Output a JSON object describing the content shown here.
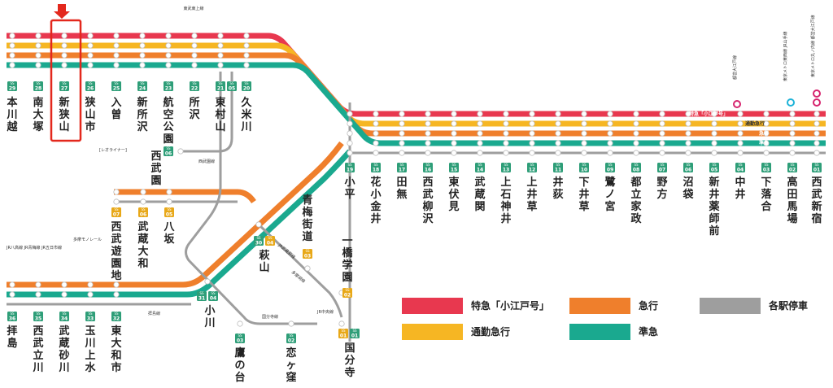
{
  "colors": {
    "limited_express": "#e8384f",
    "commuter_express": "#f6b623",
    "express": "#ef7f2c",
    "semi_express": "#1aa98f",
    "local": "#9e9e9e",
    "badge_green": "#2e9e78",
    "badge_yellow": "#e8a818",
    "marker": "#e3281d"
  },
  "band_labels": {
    "limited_express": "特急「小江戸号」",
    "commuter_express": "通勤急行",
    "express": "急行",
    "semi_express": "準急"
  },
  "legend": [
    {
      "label": "特急「小江戸号」",
      "color_key": "limited_express"
    },
    {
      "label": "急行",
      "color_key": "express"
    },
    {
      "label": "各駅停車",
      "color_key": "local"
    },
    {
      "label": "通勤急行",
      "color_key": "commuter_express"
    },
    {
      "label": "準急",
      "color_key": "semi_express"
    }
  ],
  "badge_prefix": "SS",
  "shinjuku_stations": [
    {
      "id": "01",
      "name": "西武新宿"
    },
    {
      "id": "02",
      "name": "高田馬場"
    },
    {
      "id": "03",
      "name": "下落合"
    },
    {
      "id": "04",
      "name": "中井"
    },
    {
      "id": "05",
      "name": "新井薬師前"
    },
    {
      "id": "06",
      "name": "沼袋"
    },
    {
      "id": "07",
      "name": "野方"
    },
    {
      "id": "08",
      "name": "都立家政"
    },
    {
      "id": "09",
      "name": "鷺ノ宮"
    },
    {
      "id": "10",
      "name": "下井草"
    },
    {
      "id": "11",
      "name": "井荻"
    },
    {
      "id": "12",
      "name": "上井草"
    },
    {
      "id": "13",
      "name": "上石神井"
    },
    {
      "id": "14",
      "name": "武蔵関"
    },
    {
      "id": "15",
      "name": "東伏見"
    },
    {
      "id": "16",
      "name": "西武柳沢"
    },
    {
      "id": "17",
      "name": "田無"
    },
    {
      "id": "18",
      "name": "花小金井"
    },
    {
      "id": "19",
      "name": "小平"
    }
  ],
  "upper_stations": [
    {
      "id": "20",
      "name": "久米川"
    },
    {
      "id": "21",
      "name": "東村山"
    },
    {
      "id": "22",
      "name": "所沢"
    },
    {
      "id": "23",
      "name": "航空公園"
    },
    {
      "id": "24",
      "name": "新所沢"
    },
    {
      "id": "25",
      "name": "入曽"
    },
    {
      "id": "26",
      "name": "狭山市"
    },
    {
      "id": "27",
      "name": "新狭山"
    },
    {
      "id": "28",
      "name": "南大塚"
    },
    {
      "id": "29",
      "name": "本川越"
    }
  ],
  "haijima_stations": [
    {
      "id": "36",
      "name": "拝島"
    },
    {
      "id": "35",
      "name": "西武立川"
    },
    {
      "id": "34",
      "name": "武蔵砂川"
    },
    {
      "id": "33",
      "name": "玉川上水"
    },
    {
      "id": "32",
      "name": "東大和市"
    }
  ],
  "branch_stations": {
    "hagiyama": {
      "id": "30",
      "id2": "04",
      "name": "萩山"
    },
    "ogawa": {
      "id": "31",
      "id2": "04",
      "name": "小川"
    },
    "yasaka": {
      "id": "05",
      "name": "八坂"
    },
    "musashi_yamato": {
      "id": "06",
      "name": "武蔵大和"
    },
    "seibuen_yuenchi": {
      "id": "07",
      "name": "西武遊園地"
    },
    "seibuen": {
      "id": "06",
      "name": "西武園"
    },
    "oume_kaido": {
      "id": "03",
      "name": "青梅街道"
    },
    "hitotsubashi": {
      "id": "02",
      "name": "一橋学園"
    },
    "kokubunji": {
      "id": "01",
      "id2": "01",
      "name": "国分寺"
    },
    "koigakubo": {
      "id": "02",
      "name": "恋ヶ窪"
    },
    "takanodai": {
      "id": "03",
      "name": "鷹の台"
    }
  },
  "line_labels": {
    "seibuen_line": "西武園線",
    "haijima_line": "拝島線",
    "kokubunji_line": "国分寺線",
    "tamako_line": "多摩湖線",
    "yamaguchi_line": "[レオライナー]",
    "tama_monorail": "多摩モノレール",
    "jr_musashino": "JR武蔵野線",
    "jr_haijima_lines": "JR八高線 JR青梅線 JR五日市線",
    "jr_chuo": "JR中央線",
    "toei_oedo": "都営大江戸線",
    "tokyo_metro_tozai": "東京メトロ東西線 JR山手線",
    "marunouchi": "東京メトロ丸ノ内線 都営大江戸線",
    "tobu_tojo": "東武東上線"
  }
}
